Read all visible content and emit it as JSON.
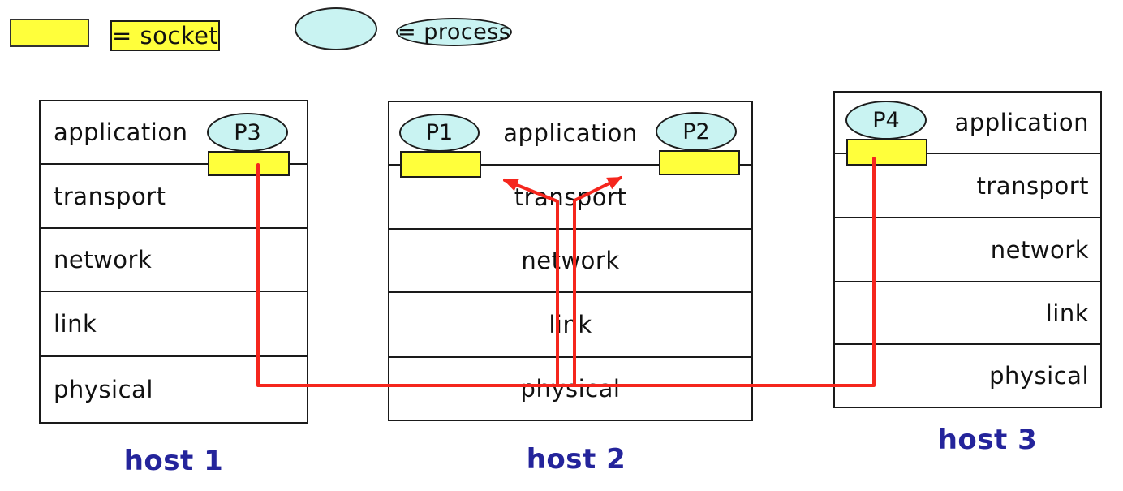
{
  "legend": {
    "socket_label": "= socket",
    "process_label": "= process"
  },
  "hosts": [
    {
      "name": "host 1",
      "layers": [
        "application",
        "transport",
        "network",
        "link",
        "physical"
      ],
      "processes": [
        "P3"
      ]
    },
    {
      "name": "host 2",
      "layers": [
        "application",
        "transport",
        "network",
        "link",
        "physical"
      ],
      "processes": [
        "P1",
        "P2"
      ]
    },
    {
      "name": "host 3",
      "layers": [
        "application",
        "transport",
        "network",
        "link",
        "physical"
      ],
      "processes": [
        "P4"
      ]
    }
  ],
  "colors": {
    "socket_fill": "#ffff3b",
    "process_fill": "#c9f3f2",
    "connection": "#f5261d",
    "host_label": "#24249b",
    "border": "#1a1a1a",
    "text": "#111111",
    "background": "#ffffff"
  }
}
